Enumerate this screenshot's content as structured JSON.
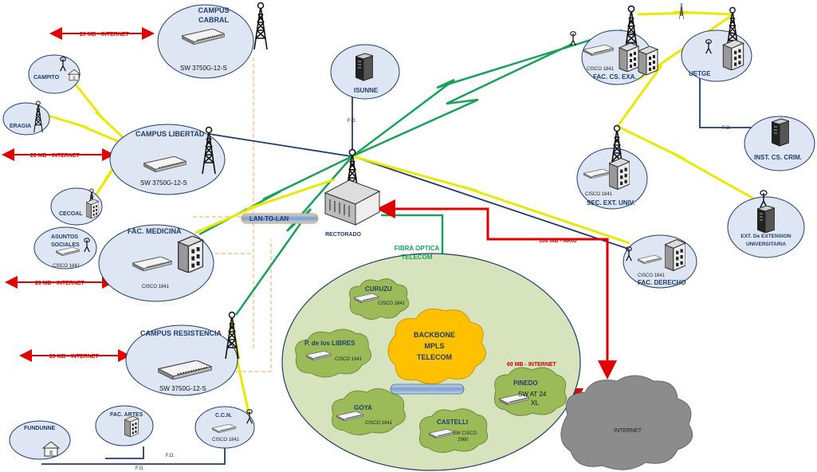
{
  "sites": {
    "campus_cabral": {
      "line1": "CAMPUS",
      "line2": "CABRAL",
      "device": "SW 3750G-12-S"
    },
    "campito": {
      "label": "CAMPITO"
    },
    "eragia": {
      "label": "ERAGIA"
    },
    "campus_libertad": {
      "label": "CAMPUS LIBERTAD",
      "device": "SW 3750G-12-S"
    },
    "cecoal": {
      "label": "CECOAL"
    },
    "asuntos_sociales": {
      "line1": "ASUNTOS",
      "line2": "SOCIALES",
      "device": "CISCO 1841"
    },
    "fac_medicina": {
      "label": "FAC. MEDICINA",
      "device": "CISCO 1841"
    },
    "campus_resistencia": {
      "label": "CAMPUS RESISTENCIA",
      "device": "SW 3750G-12-S"
    },
    "fundunne": {
      "label": "FUNDUNNE"
    },
    "fac_artes": {
      "label": "FAC. ARTES"
    },
    "ccn": {
      "label": "C.C.N.",
      "device": "CISCO 1841"
    },
    "isunne": {
      "label": "ISUNNE"
    },
    "rectorado": {
      "label": "RECTORADO"
    },
    "fac_cs_exa": {
      "label": "FAC. CS. EXA.",
      "device": "CISCO 1841"
    },
    "uetge": {
      "label": "UETGE"
    },
    "inst_cs_crim": {
      "label": "INST. CS. CRIM."
    },
    "sec_ext_univ": {
      "label": "SEC. EXT. UNIV.",
      "device": "CISCO 1841"
    },
    "ext_extension": {
      "line1": "EXT. De EXTENSION",
      "line2": "UNIVERSITARIA"
    },
    "fac_derecho": {
      "label": "FAC. DERECHO",
      "device": "CISCO 1841"
    }
  },
  "mpls": {
    "backbone": {
      "line1": "BACKBONE",
      "line2": "MPLS",
      "line3": "TELECOM"
    },
    "curuzu": {
      "label": "CURUZU",
      "device": "CISCO 1841"
    },
    "p_libres": {
      "label": "P. de los LIBRES",
      "device": "CISCO 1841"
    },
    "goya": {
      "label": "GOYA",
      "device": "CISCO 1841"
    },
    "castelli": {
      "label": "CASTELLI",
      "device1": "SW CISCO",
      "device2": "2960"
    },
    "pinedo": {
      "label": "PINEDO",
      "device1": "SW AT 24",
      "device2": "XL"
    }
  },
  "links": {
    "internet_20mb": "20 MB - INTERNET",
    "lan_to_lan": "LAN-TO-LAN",
    "fibra_optica_1": "FIBRA OPTICA",
    "fibra_optica_2": "TELECOM",
    "ariu_100mb": "100 MB - ARIU",
    "internet_60mb": "60 MB - INTERNET",
    "fo": "F.O."
  },
  "internet": {
    "label": "INTERNET"
  },
  "colors": {
    "bubble_fill": "#dde6f2",
    "bubble_stroke": "#1f3d6b",
    "mpls_ellipse": "#d6e3bc",
    "cloud_green": "#9bbb59",
    "backbone_cloud": "#ffc000",
    "internet_cloud": "#8c8c8c",
    "link_red": "#e00000",
    "link_green": "#19a05a",
    "link_yellow": "#f2f200",
    "link_blue": "#1f3d6b",
    "dashed_orange": "#f4a460"
  }
}
